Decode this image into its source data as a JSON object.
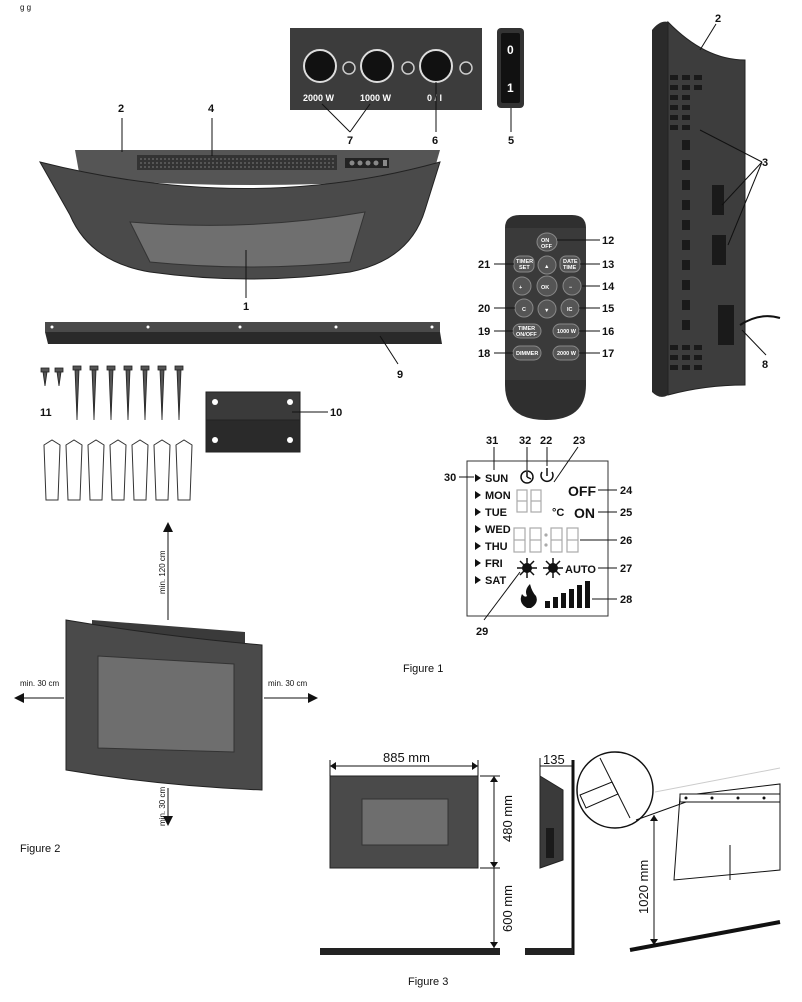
{
  "header_fragment": "g                    g",
  "control_panel": {
    "knob_labels": [
      "2000 W",
      "1000 W",
      "0 / I"
    ],
    "switch_labels": [
      "0",
      "1"
    ]
  },
  "remote": {
    "buttons": {
      "on_off": "ON\nOFF",
      "timer_set": "TIMER SET",
      "date_time": "DATE TIME",
      "ok": "OK",
      "plus": "+",
      "minus": "−",
      "celsius": "C",
      "ic": "IC",
      "timer_on_off": "TIMER ON/OFF",
      "w1000": "1000 W",
      "dimmer": "DIMMER",
      "w2000": "2000 W",
      "up": "▲",
      "down": "▼"
    }
  },
  "callouts": {
    "n1": "1",
    "n2": "2",
    "n3": "3",
    "n4": "4",
    "n5": "5",
    "n6": "6",
    "n7": "7",
    "n8": "8",
    "n9": "9",
    "n10": "10",
    "n11": "11",
    "n12": "12",
    "n13": "13",
    "n14": "14",
    "n15": "15",
    "n16": "16",
    "n17": "17",
    "n18": "18",
    "n19": "19",
    "n20": "20",
    "n21": "21",
    "n22": "22",
    "n23": "23",
    "n24": "24",
    "n25": "25",
    "n26": "26",
    "n27": "27",
    "n28": "28",
    "n29": "29",
    "n30": "30",
    "n31": "31",
    "n32": "32"
  },
  "display": {
    "days": [
      "SUN",
      "MON",
      "TUE",
      "WED",
      "THU",
      "FRI",
      "SAT"
    ],
    "celsius": "°C",
    "off": "OFF",
    "on": "ON",
    "auto": "AUTO"
  },
  "figure1_caption": "Figure 1",
  "figure2": {
    "top": "min. 120 cm",
    "left": "min. 30 cm",
    "right": "min. 30 cm",
    "bottom": "min. 30 cm",
    "caption": "Figure 2"
  },
  "figure3": {
    "width": "885 mm",
    "height": "480 mm",
    "floor": "600 mm",
    "depth": "135",
    "mount_height": "1020 mm",
    "caption": "Figure 3"
  },
  "colors": {
    "body": "#4a4a4a",
    "dark": "#2a2a2a",
    "glass": "#6e6e6e",
    "line": "#111111"
  }
}
